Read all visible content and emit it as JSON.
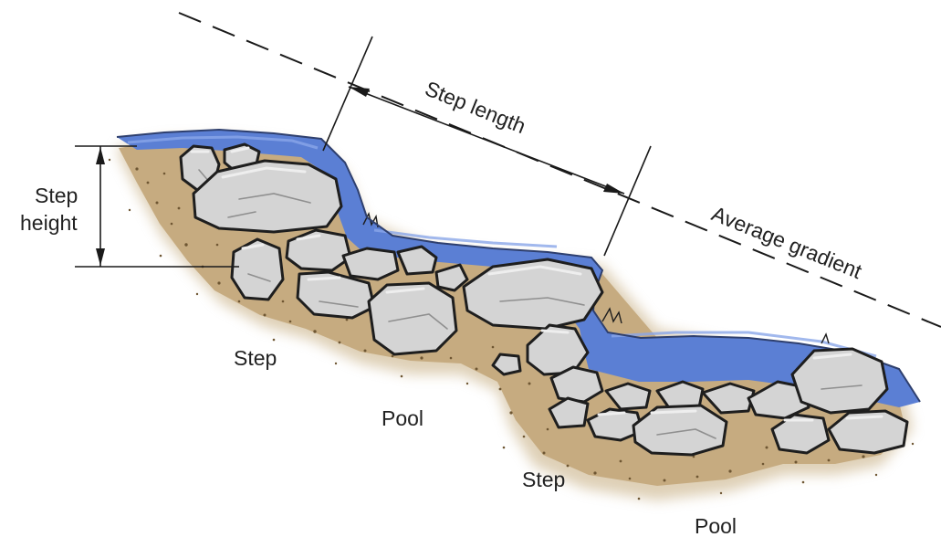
{
  "labels": {
    "step_length": "Step length",
    "average_gradient": "Average gradient",
    "step_height_line1": "Step",
    "step_height_line2": "height",
    "step_upper": "Step",
    "pool_upper": "Pool",
    "step_lower": "Step",
    "pool_lower": "Pool"
  },
  "colors": {
    "water": "#5b7fd4",
    "water_light": "#8aa6e8",
    "soil": "#c9b088",
    "soil_dark": "#9c7f55",
    "rock": "#d4d4d4",
    "outline": "#1e1e1e"
  }
}
